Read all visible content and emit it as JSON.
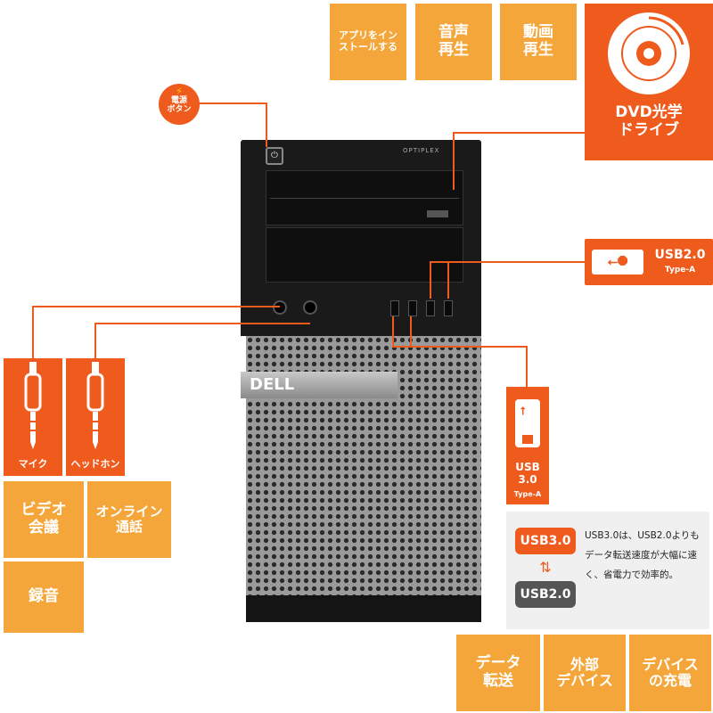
{
  "colors": {
    "orange": "#ef5a1d",
    "tile": "#f5a63a",
    "dark": "#1a1a1a"
  },
  "top_tiles": [
    {
      "label": "アプリをイン\nストールする"
    },
    {
      "label": "音声\n再生"
    },
    {
      "label": "動画\n再生"
    }
  ],
  "dvd": {
    "label": "DVD光学\nドライブ",
    "icon": "disc-icon"
  },
  "power": {
    "label": "電源\nボタン",
    "icon": "power-icon"
  },
  "brand": {
    "model": "OPTIPLEX",
    "logo": "DELL"
  },
  "usb2": {
    "title": "USB2.0",
    "subtitle": "Type-A",
    "icon": "usb-icon"
  },
  "usb3": {
    "title": "USB\n3.0",
    "subtitle": "Type-A",
    "icon": "usb-plug-icon"
  },
  "mic": {
    "label": "マイク",
    "icon": "audio-plug-icon"
  },
  "headphone": {
    "label": "ヘッドホン",
    "icon": "audio-plug-icon"
  },
  "left_tiles": [
    {
      "label": "ビデオ\n会議"
    },
    {
      "label": "オンライン\n通話"
    },
    {
      "label": "録音"
    }
  ],
  "usb_info": {
    "badge_top": "USB3.0",
    "badge_bottom": "USB2.0",
    "text": "USB3.0は、USB2.0よりもデータ転送速度が大幅に速く、省電力で効率的。"
  },
  "bottom_tiles": [
    {
      "label": "データ\n転送"
    },
    {
      "label": "外部\nデバイス"
    },
    {
      "label": "デバイス\nの充電"
    }
  ]
}
